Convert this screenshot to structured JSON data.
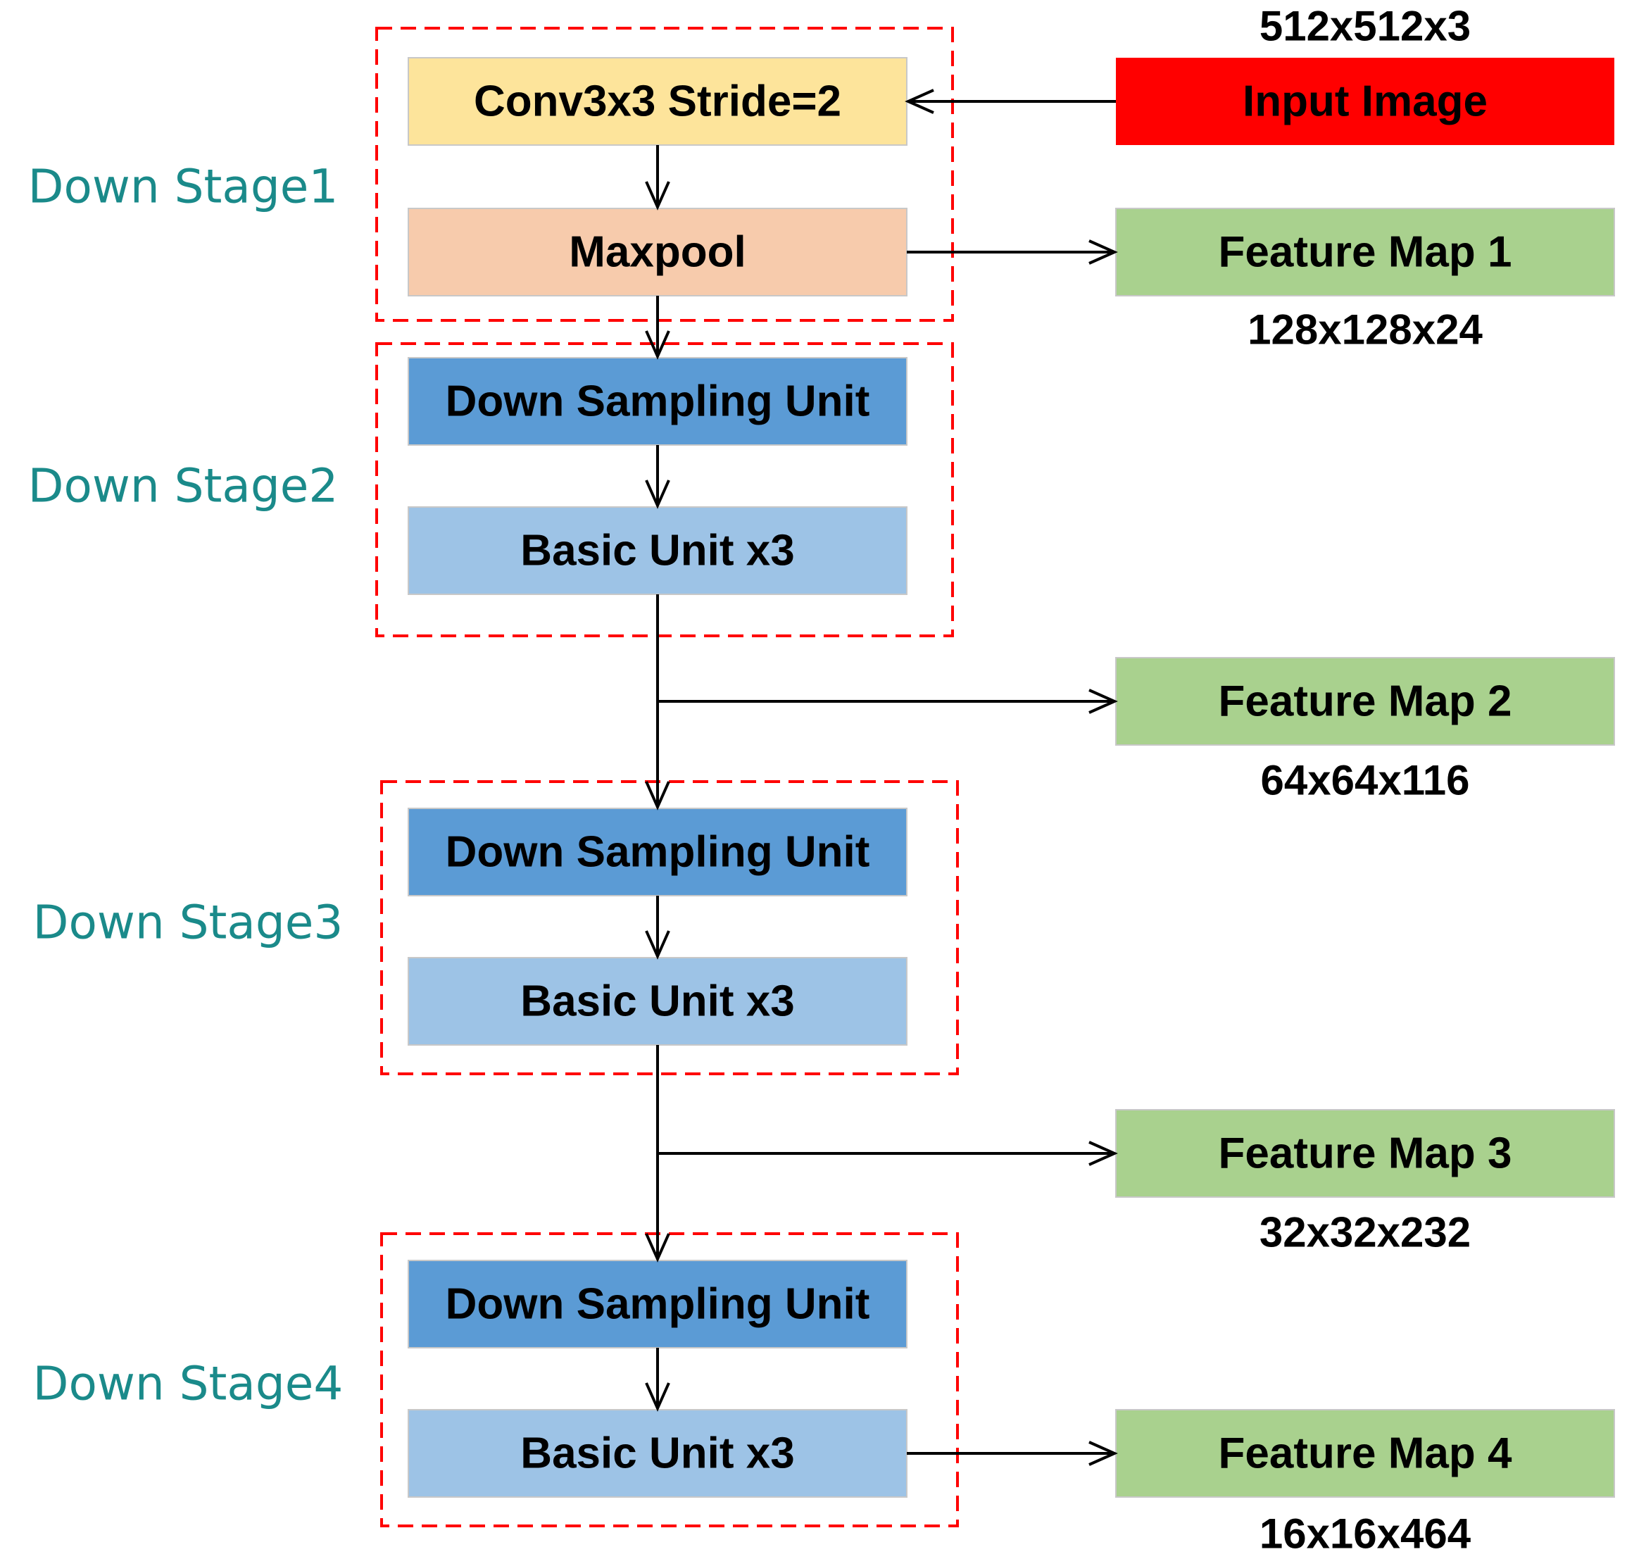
{
  "stages": [
    {
      "label": "Down Stage1",
      "blocks": [
        {
          "label": "Conv3x3 Stride=2",
          "color": "#fde49b"
        },
        {
          "label": "Maxpool",
          "color": "#f7cbac"
        }
      ]
    },
    {
      "label": "Down Stage2",
      "blocks": [
        {
          "label": "Down Sampling Unit",
          "color": "#5b9bd5"
        },
        {
          "label": "Basic Unit x3",
          "color": "#9dc3e6"
        }
      ]
    },
    {
      "label": "Down Stage3",
      "blocks": [
        {
          "label": "Down Sampling Unit",
          "color": "#5b9bd5"
        },
        {
          "label": "Basic Unit x3",
          "color": "#9dc3e6"
        }
      ]
    },
    {
      "label": "Down Stage4",
      "blocks": [
        {
          "label": "Down Sampling Unit",
          "color": "#5b9bd5"
        },
        {
          "label": "Basic Unit x3",
          "color": "#9dc3e6"
        }
      ]
    }
  ],
  "input": {
    "label": "Input Image",
    "size": "512x512x3",
    "color": "#ff0000"
  },
  "feature_maps": [
    {
      "label": "Feature Map 1",
      "size": "128x128x24"
    },
    {
      "label": "Feature Map 2",
      "size": "64x64x116"
    },
    {
      "label": "Feature Map 3",
      "size": "32x32x232"
    },
    {
      "label": "Feature Map 4",
      "size": "16x16x464"
    }
  ],
  "colors": {
    "stage_label": "#1a8a8a",
    "stage_border": "#ff0000",
    "feature_map": "#a9d18e",
    "arrow": "#000000",
    "block_border": "#c8c8c8"
  }
}
